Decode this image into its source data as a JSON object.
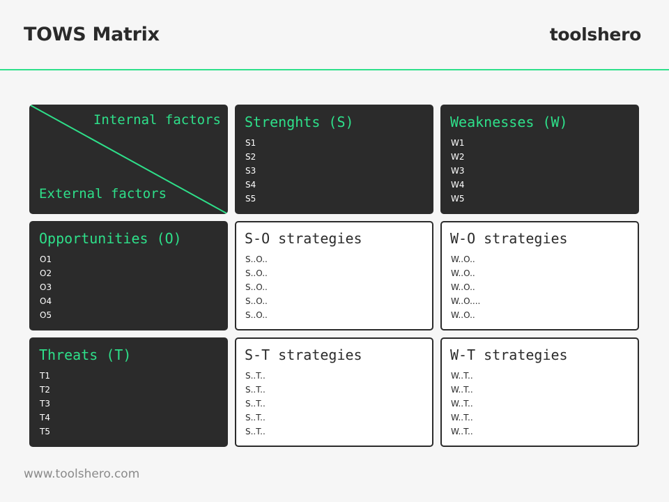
{
  "header": {
    "title": "TOWS Matrix",
    "brand": "toolshero"
  },
  "corner": {
    "internal_label": "Internal factors",
    "external_label": "External factors"
  },
  "strengths": {
    "title": "Strenghts (S)",
    "items": [
      "S1",
      "S2",
      "S3",
      "S4",
      "S5"
    ]
  },
  "weaknesses": {
    "title": "Weaknesses (W)",
    "items": [
      "W1",
      "W2",
      "W3",
      "W4",
      "W5"
    ]
  },
  "opportunities": {
    "title": "Opportunities (O)",
    "items": [
      "O1",
      "O2",
      "O3",
      "O4",
      "O5"
    ]
  },
  "threats": {
    "title": "Threats (T)",
    "items": [
      "T1",
      "T2",
      "T3",
      "T4",
      "T5"
    ]
  },
  "so": {
    "title": "S-O strategies",
    "items": [
      "S..O..",
      "S..O..",
      "S..O..",
      "S..O..",
      "S..O.."
    ]
  },
  "wo": {
    "title": "W-O strategies",
    "items": [
      "W..O..",
      "W..O..",
      "W..O..",
      "W..O....",
      "W..O.."
    ]
  },
  "st": {
    "title": "S-T strategies",
    "items": [
      "S..T..",
      "S..T..",
      "S..T..",
      "S..T..",
      "S..T.."
    ]
  },
  "wt": {
    "title": "W-T strategies",
    "items": [
      "W..T..",
      "W..T..",
      "W..T..",
      "W..T..",
      "W..T.."
    ]
  },
  "footer": {
    "url": "www.toolshero.com"
  },
  "colors": {
    "accent": "#2ee08a",
    "dark_cell": "#2b2b2b",
    "light_cell": "#ffffff",
    "background": "#f6f6f6"
  }
}
